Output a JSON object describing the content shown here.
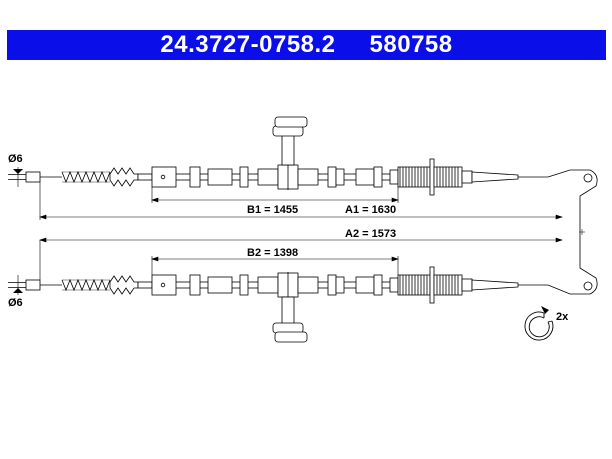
{
  "header": {
    "part_number": "24.3727-0758.2",
    "ref_number": "580758",
    "background": "#0a0ee8",
    "text_color": "#ffffff"
  },
  "labels": {
    "diameter_top": "Ø6",
    "diameter_bottom": "Ø6",
    "b1": "B1 = 1455",
    "a1": "A1 = 1630",
    "a2": "A2 = 1573",
    "b2": "B2 = 1398",
    "clip_qty": "2x"
  },
  "icons": {
    "clip": "circlip-icon"
  }
}
